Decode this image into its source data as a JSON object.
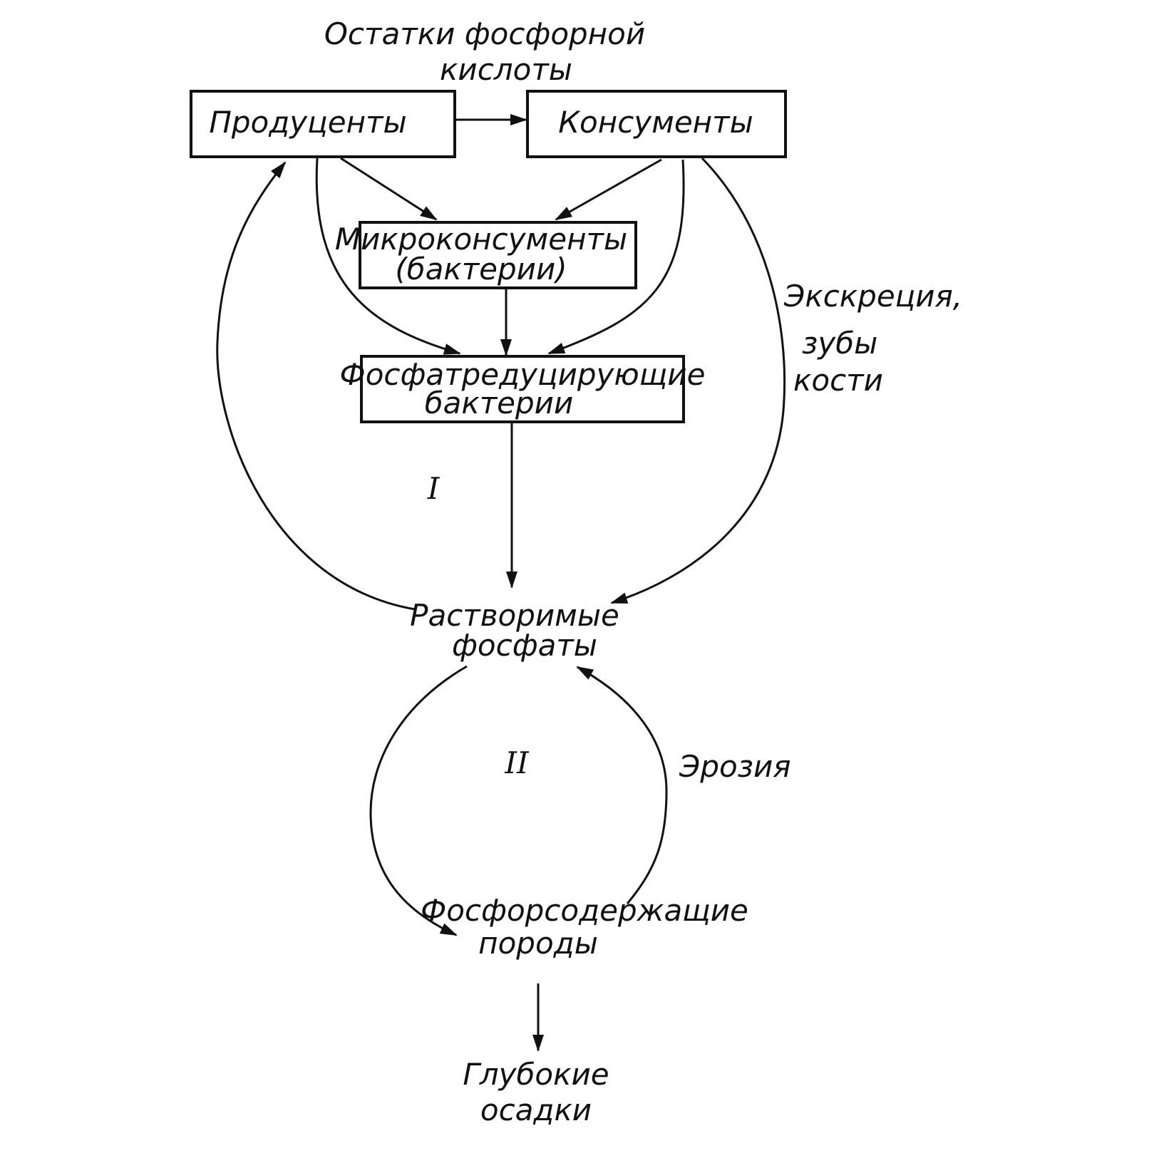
{
  "labels": {
    "top_line1": "Остатки фосфорной",
    "top_line2": "кислоты",
    "producers": "Продуценты",
    "consumers": "Консументы",
    "micro_line1": "Микроконсументы",
    "micro_line2": "(бактерии)",
    "phos_line1": "Фосфатредуцирующие",
    "phos_line2": "бактерии",
    "excretion_line1": "Экскреция,",
    "excretion_line2": "зубы",
    "excretion_line3": "кости",
    "cycle_one": "I",
    "cycle_two": "II",
    "soluble_line1": "Растворимые",
    "soluble_line2": "фосфаты",
    "erosion": "Эрозия",
    "rocks_line1": "Фосфорсодержащие",
    "rocks_line2": "породы",
    "deep_line1": "Глубокие",
    "deep_line2": "осадки"
  }
}
